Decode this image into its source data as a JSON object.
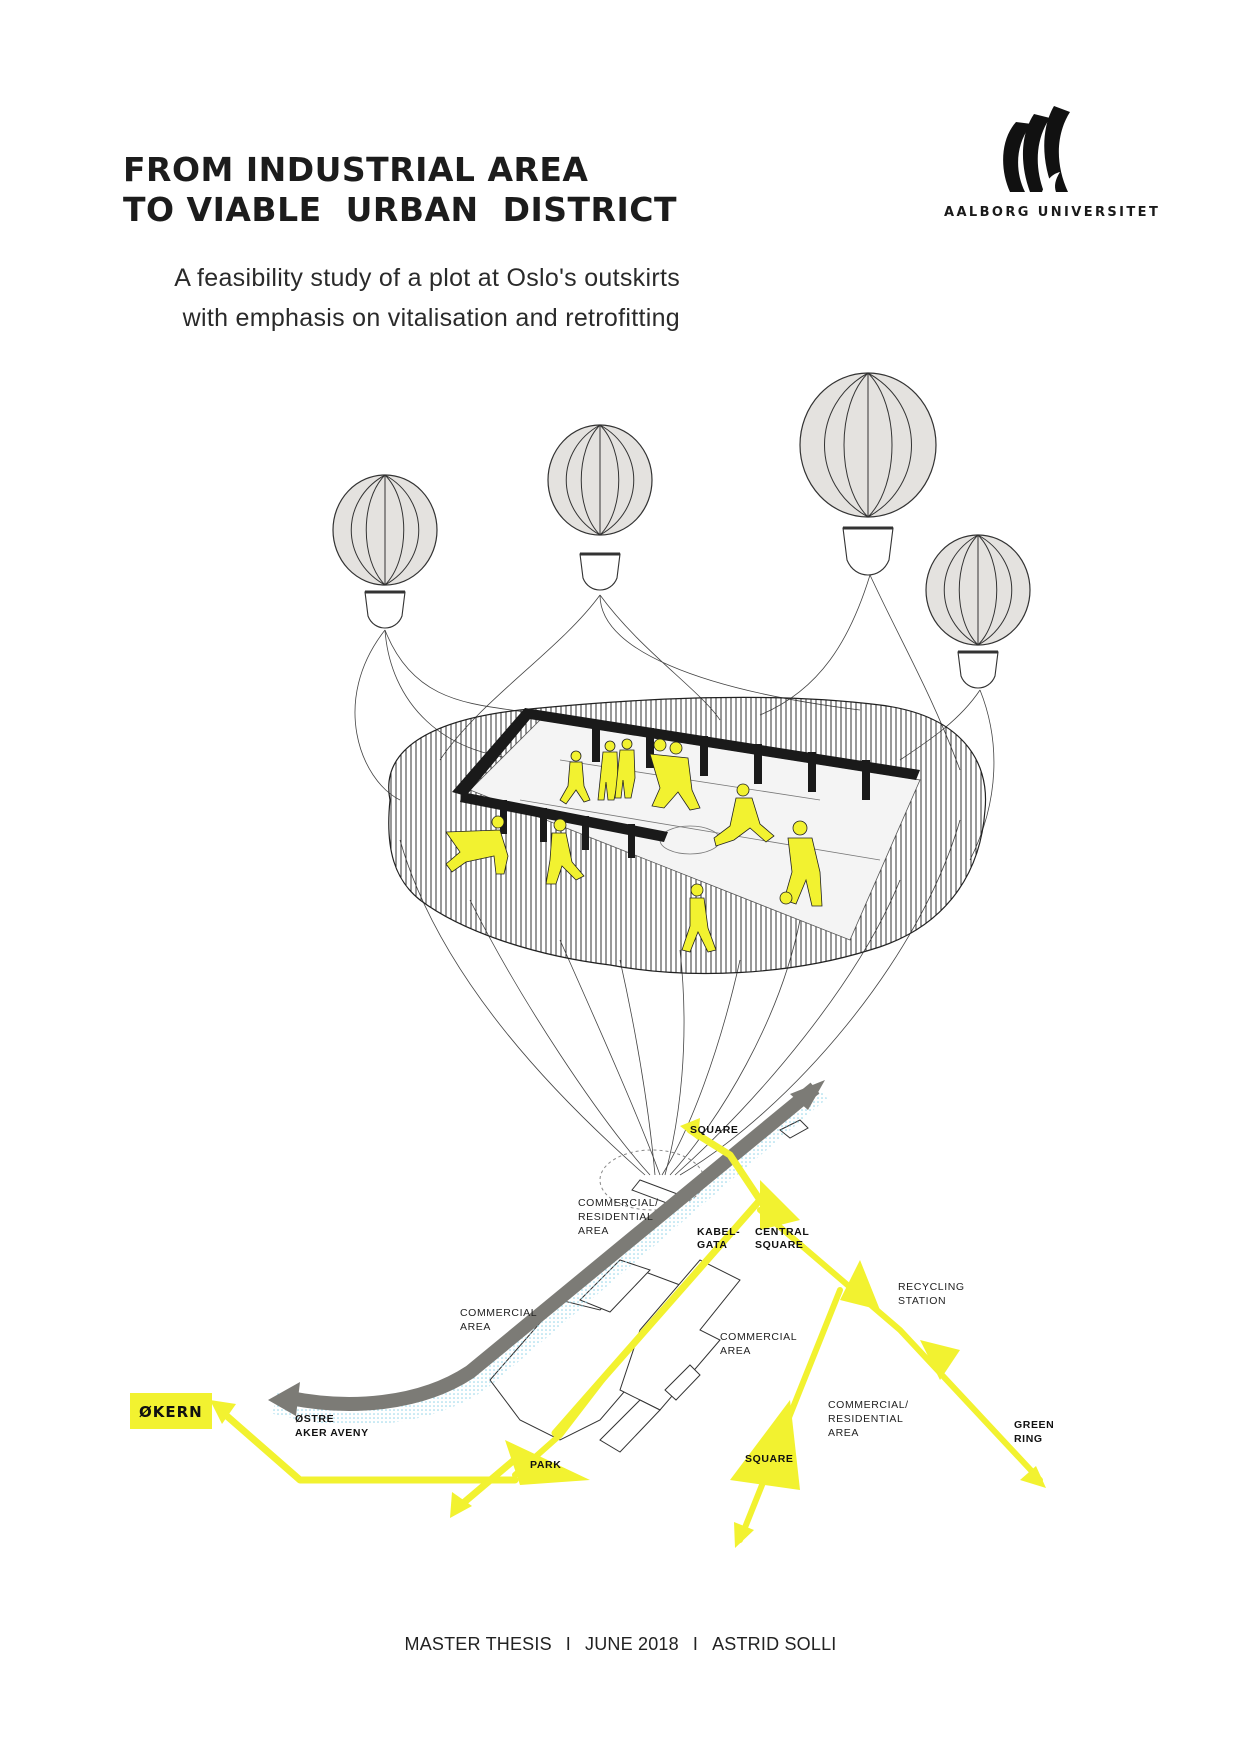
{
  "title": {
    "line1": "FROM INDUSTRIAL AREA",
    "line2": "TO VIABLE  URBAN  DISTRICT"
  },
  "subtitle": {
    "line1": "A feasibility study of a plot at Oslo's outskirts",
    "line2": "with emphasis on vitalisation and retrofitting"
  },
  "logo": {
    "wordmark": "AALBORG UNIVERSITET"
  },
  "map_labels": {
    "square_top": "SQUARE",
    "commercial_residential_1a": "COMMERCIAL/",
    "commercial_residential_1b": "RESIDENTIAL",
    "commercial_residential_1c": "AREA",
    "kabelgata_a": "KABEL-",
    "kabelgata_b": "GATA",
    "central_square_a": "CENTRAL",
    "central_square_b": "SQUARE",
    "recycling_a": "RECYCLING",
    "recycling_b": "STATION",
    "commercial_area_left_a": "COMMERCIAL",
    "commercial_area_left_b": "AREA",
    "commercial_area_mid_a": "COMMERCIAL",
    "commercial_area_mid_b": "AREA",
    "okern": "ØKERN",
    "ostre_a": "ØSTRE",
    "ostre_b": "AKER AVENY",
    "commercial_residential_2a": "COMMERCIAL/",
    "commercial_residential_2b": "RESIDENTIAL",
    "commercial_residential_2c": "AREA",
    "green_ring_a": "GREEN",
    "green_ring_b": "RING",
    "park": "PARK",
    "square_bottom": "SQUARE"
  },
  "footer": {
    "part1": "MASTER THESIS",
    "separator": "I",
    "part2": "JUNE 2018",
    "part3": "ASTRID SOLLI"
  },
  "colors": {
    "accent_yellow": "#f2f230",
    "road_grey": "#7c7b76",
    "balloon_fill": "#e4e2df",
    "ink": "#1a1a1a"
  }
}
